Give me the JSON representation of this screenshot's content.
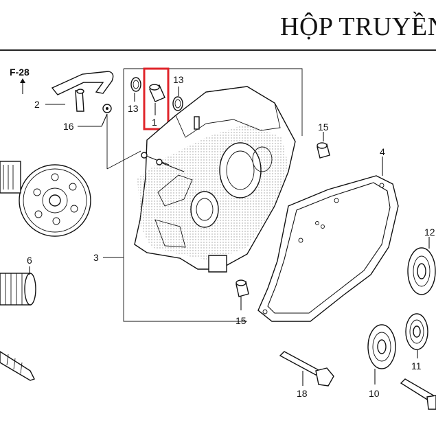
{
  "title": "HỘP TRUYỀN ĐỘNG",
  "ref_label": "F-28",
  "callouts": {
    "c1": "1",
    "c2": "2",
    "c3": "3",
    "c4": "4",
    "c6": "6",
    "c10": "10",
    "c11": "11",
    "c12": "12",
    "c13a": "13",
    "c13b": "13",
    "c15a": "15",
    "c15b": "15",
    "c16": "16",
    "c18": "18"
  },
  "highlight_color": "#e0242a"
}
